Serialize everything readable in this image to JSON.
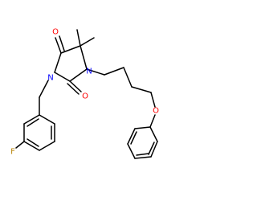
{
  "structure": {
    "atoms": {
      "o_upper_carbonyl": "O",
      "o_lower_carbonyl": "O",
      "n_left": "N",
      "n_right": "N",
      "o_ether": "O",
      "f_fluoro": "F"
    },
    "colors": {
      "bond": "#000000",
      "oxygen": "#ff0000",
      "nitrogen": "#0000ff",
      "fluorine": "#b8860b"
    }
  }
}
